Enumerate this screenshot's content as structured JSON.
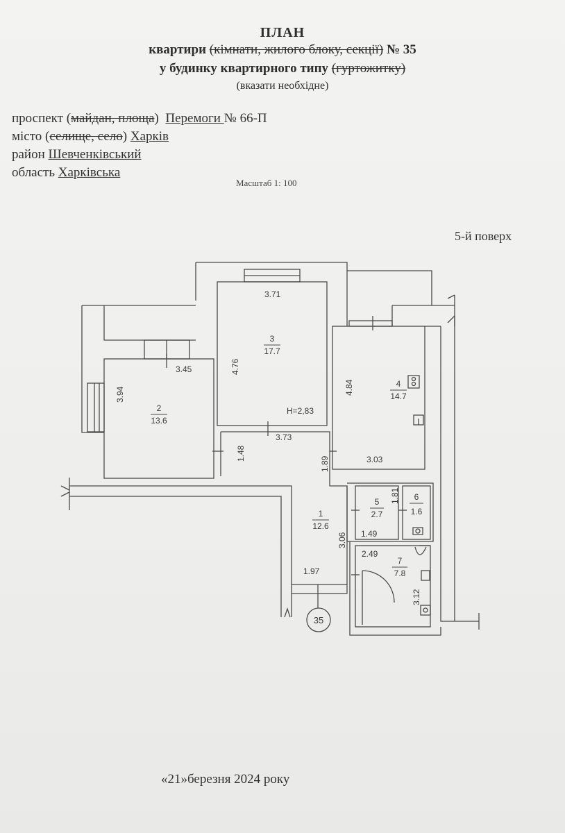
{
  "header": {
    "title": "ПЛАН",
    "line1_prefix": "квартири ",
    "line1_struck": "(кімнати, жилого блоку, секції)",
    "line1_suffix": " № 35",
    "line2_prefix": "у будинку квартирного типу ",
    "line2_struck": "(гуртожитку)",
    "note": "(вказати необхідне)"
  },
  "address": {
    "street_label": "проспект",
    "street_struck": "майдан, площа",
    "street_value": "Перемоги ",
    "street_number": "№ 66-П",
    "city_label": "місто",
    "city_struck": "селище, село",
    "city_value": "Харків",
    "district_label": "район",
    "district_value": "Шевченківський",
    "region_label": "область",
    "region_value": "Харківська"
  },
  "scale": "Масштаб 1: 100",
  "floor": "5-й поверх",
  "date": "«21»березня 2024 року",
  "rooms": [
    {
      "num": "1",
      "area": "12.6"
    },
    {
      "num": "2",
      "area": "13.6"
    },
    {
      "num": "3",
      "area": "17.7"
    },
    {
      "num": "4",
      "area": "14.7"
    },
    {
      "num": "5",
      "area": "2.7"
    },
    {
      "num": "6",
      "area": "1.6"
    },
    {
      "num": "7",
      "area": "7.8"
    }
  ],
  "dims": {
    "r3_w": "3.71",
    "r3_h": "4.76",
    "ceiling": "H=2,83",
    "r2_w": "3.45",
    "r2_h": "3.94",
    "r4_h": "4.84",
    "r4_w": "3.03",
    "corr_w": "3.73",
    "corr_h": "1.48",
    "corr2_h": "1.89",
    "r5_h": "1.81",
    "r5_w": "1.49",
    "r1_h": "3.06",
    "r1_w": "1.97",
    "r7_w": "2.49",
    "r7_h": "3.12"
  },
  "apartment_number": "35"
}
